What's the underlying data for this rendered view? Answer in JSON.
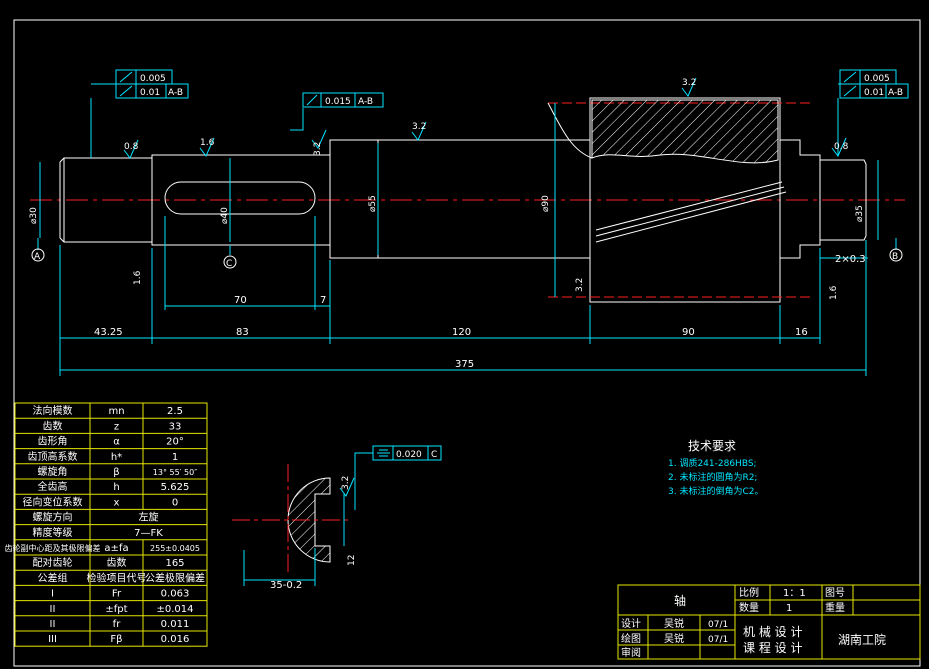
{
  "title_block": {
    "part_name": "轴",
    "scale_label": "比例",
    "scale_value": "1：1",
    "drawing_no_label": "图号",
    "qty_label": "数量",
    "qty_value": "1",
    "weight_label": "重量",
    "design_label": "设计",
    "designer": "吴锐",
    "design_date": "07/1",
    "draw_label": "绘图",
    "drafter": "吴锐",
    "draw_date": "07/1",
    "review_label": "审阅",
    "course_line1": "机 械 设 计",
    "course_line2": "课 程 设 计",
    "school": "湖南工院"
  },
  "tech_req": {
    "heading": "技术要求",
    "items": [
      "1. 调质241-286HBS;",
      "2. 未标注的圆角为R2;",
      "3. 未标注的倒角为C2。"
    ]
  },
  "gear_table": {
    "rows": [
      [
        "法向模数",
        "mn",
        "2.5"
      ],
      [
        "齿数",
        "z",
        "33"
      ],
      [
        "齿形角",
        "α",
        "20°"
      ],
      [
        "齿顶高系数",
        "h*",
        "1"
      ],
      [
        "螺旋角",
        "β",
        "13° 55′ 50″"
      ],
      [
        "全齿高",
        "h",
        "5.625"
      ],
      [
        "径向变位系数",
        "x",
        "0"
      ],
      [
        "螺旋方向",
        "",
        "左旋"
      ],
      [
        "精度等级",
        "",
        "7—FK"
      ],
      [
        "齿轮副中心距及其极限偏差",
        "a±fa",
        "255±0.0405"
      ],
      [
        "配对齿轮",
        "齿数",
        "165"
      ],
      [
        "公差组",
        "检验项目代号",
        "公差极限偏差"
      ],
      [
        "I",
        "Fr",
        "0.063"
      ],
      [
        "II",
        "±fpt",
        "±0.014"
      ],
      [
        "II",
        "fr",
        "0.011"
      ],
      [
        "III",
        "Fβ",
        "0.016"
      ]
    ]
  },
  "dimensions": {
    "total": "375",
    "seg_1": "43.25",
    "seg_2": "83",
    "seg_3": "120",
    "seg_4": "90",
    "seg_5": "16",
    "keyway_len": "70",
    "keyway_offset": "7",
    "dia_left": "⌀30",
    "dia_key": "⌀40",
    "dia_shoulder": "⌀55",
    "dia_gear": "⌀90",
    "dia_right": "⌀35",
    "chamfer": "2×0.3",
    "section_width": "35-0.2",
    "section_key": "12",
    "rough_08": "0.8",
    "rough_16": "1.6",
    "rough_32": "3.2"
  },
  "tolerances": {
    "left_fcf_top": "0.005",
    "left_fcf_bot": "0.01",
    "left_fcf_ref": "A-B",
    "mid_fcf": "0.015",
    "mid_fcf_ref": "A-B",
    "right_fcf_top": "0.005",
    "right_fcf_bot": "0.01",
    "right_fcf_ref": "A-B",
    "section_fcf": "0.020",
    "section_fcf_ref": "C"
  },
  "datums": {
    "a": "A",
    "b": "B",
    "c": "C"
  }
}
